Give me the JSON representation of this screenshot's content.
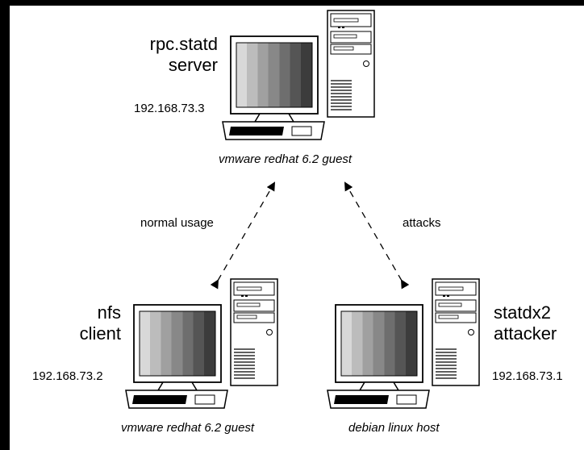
{
  "nodes": {
    "server": {
      "title_line1": "rpc.statd",
      "title_line2": "server",
      "ip": "192.168.73.3",
      "caption": "vmware redhat 6.2 guest"
    },
    "client": {
      "title_line1": "nfs",
      "title_line2": "client",
      "ip": "192.168.73.2",
      "caption": "vmware redhat 6.2 guest"
    },
    "attacker": {
      "title_line1": "statdx2",
      "title_line2": "attacker",
      "ip": "192.168.73.1",
      "caption": "debian linux host"
    }
  },
  "edges": {
    "client_server": {
      "label": "normal usage"
    },
    "attacker_server": {
      "label": "attacks"
    }
  },
  "colors": {
    "background_border": "#000000",
    "canvas": "#ffffff",
    "ink": "#000000"
  }
}
